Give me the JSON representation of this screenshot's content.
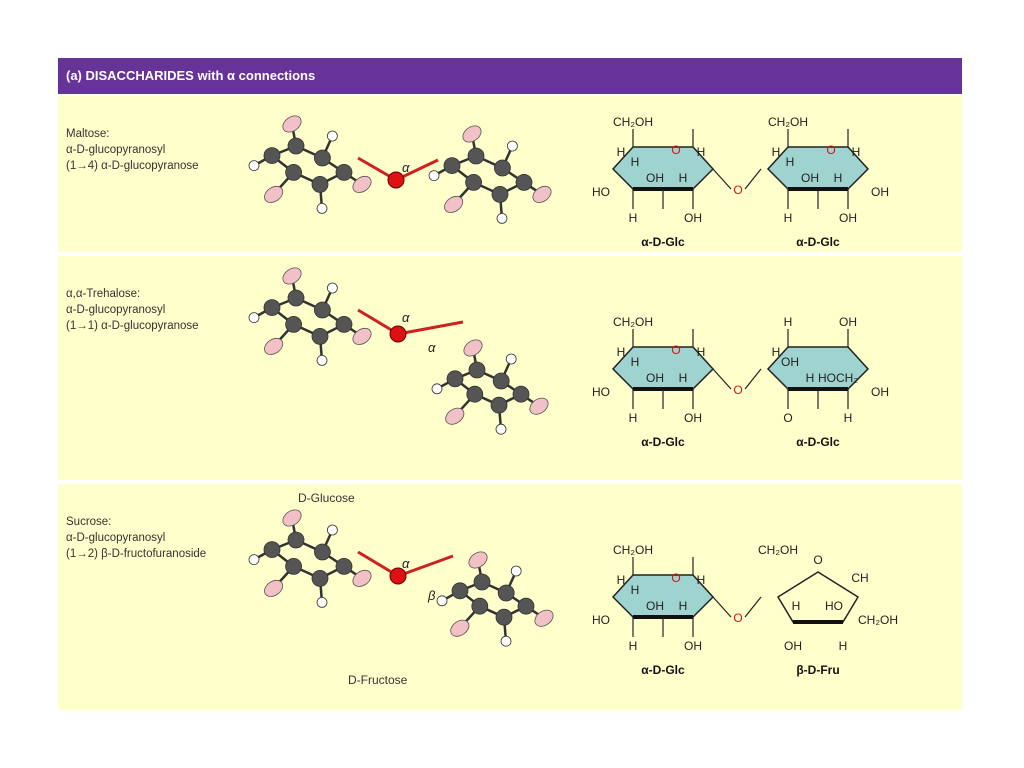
{
  "header": {
    "title": "(a) DISACCHARIDES with α connections"
  },
  "colors": {
    "header_bg": "#663399",
    "panel_bg": "#ffffcc",
    "carbon": "#555555",
    "oxygen_link": "#dd1111",
    "oxygen_atom": "#f2c1c8",
    "hydrogen": "#ffffff",
    "ring_fill": "#9fd3d0",
    "bond_link": "#cc2222"
  },
  "panels": [
    {
      "id": "maltose",
      "name": "Maltose:",
      "line2": "α-D-glucopyranosyl",
      "line3": "(1→4) α-D-glucopyranose",
      "model": {
        "linkage_labels": [
          "α"
        ],
        "top_label": "",
        "bottom_label": ""
      },
      "rings": [
        {
          "top": [
            "CH₂OH",
            "O",
            "H"
          ],
          "left": "H",
          "inner": [
            "H",
            "OH",
            "H"
          ],
          "side_left": "HO",
          "bottom": [
            "H",
            "OH"
          ],
          "caption": "α-D-Glc"
        },
        {
          "top": [
            "CH₂OH",
            "O",
            "H"
          ],
          "left": "H",
          "inner": [
            "H",
            "OH",
            "H"
          ],
          "side_right": "OH",
          "bottom": [
            "H",
            "OH"
          ],
          "caption": "α-D-Glc"
        }
      ],
      "bridge": "O"
    },
    {
      "id": "trehalose",
      "name": "α,α-Trehalose:",
      "line2": "α-D-glucopyranosyl",
      "line3": "(1→1) α-D-glucopyranose",
      "model": {
        "linkage_labels": [
          "α",
          "α"
        ],
        "top_label": "",
        "bottom_label": ""
      },
      "rings": [
        {
          "top": [
            "CH₂OH",
            "O",
            "H"
          ],
          "left": "H",
          "inner": [
            "H",
            "OH",
            "H"
          ],
          "side_left": "HO",
          "bottom": [
            "H",
            "OH"
          ],
          "caption": "α-D-Glc"
        },
        {
          "top": [
            "H",
            "OH"
          ],
          "left": "H",
          "inner": [
            "OH",
            "H",
            "HOCH₂"
          ],
          "side_right": "OH",
          "bottom": [
            "O",
            "H"
          ],
          "caption": "α-D-Glc"
        }
      ],
      "bridge": "O"
    },
    {
      "id": "sucrose",
      "name": "Sucrose:",
      "line2": "α-D-glucopyranosyl",
      "line3": "(1→2) β-D-fructofuranoside",
      "model": {
        "linkage_labels": [
          "α",
          "β"
        ],
        "top_label": "D-Glucose",
        "bottom_label": "D-Fructose"
      },
      "rings": [
        {
          "top": [
            "CH₂OH",
            "O",
            "H"
          ],
          "left": "H",
          "inner": [
            "H",
            "OH",
            "H"
          ],
          "side_left": "HO",
          "bottom": [
            "H",
            "OH"
          ],
          "caption": "α-D-Glc"
        },
        {
          "top": [
            "CH₂OH",
            "O",
            "CH"
          ],
          "inner": [
            "H",
            "HO"
          ],
          "side_right": "CH₂OH",
          "bottom": [
            "OH",
            "H"
          ],
          "caption": "β-D-Fru"
        }
      ],
      "bridge": "O"
    }
  ]
}
